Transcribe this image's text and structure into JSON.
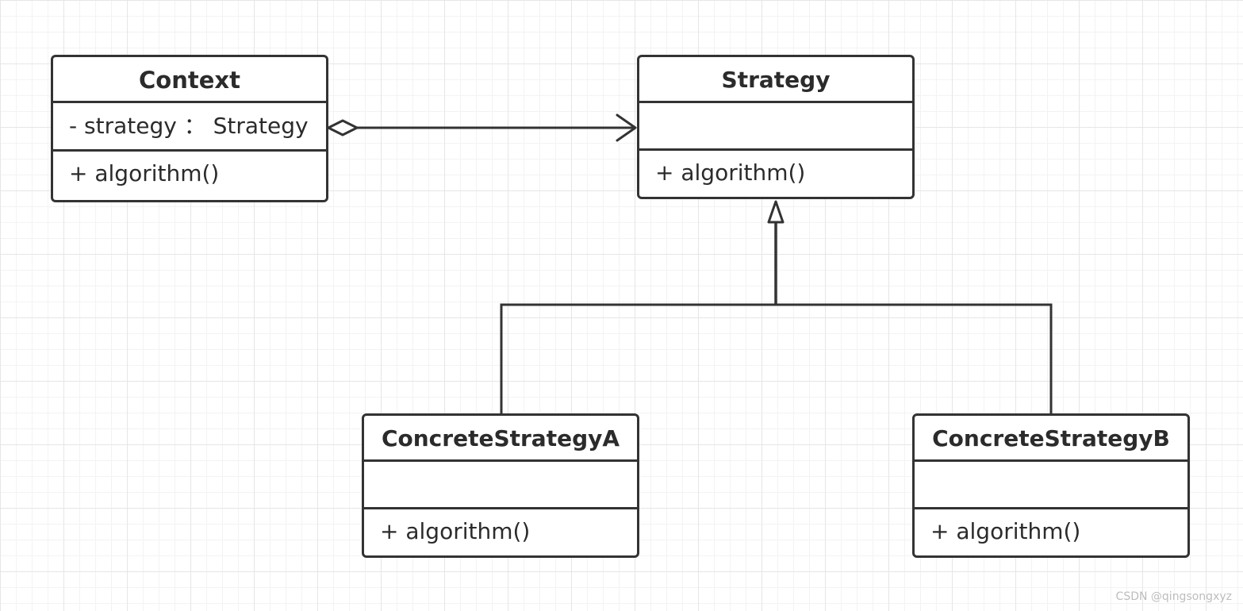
{
  "classes": {
    "context": {
      "name": "Context",
      "attributes": [
        "- strategy ： Strategy"
      ],
      "operations": [
        "+ algorithm()"
      ]
    },
    "strategy": {
      "name": "Strategy",
      "attributes": [],
      "operations": [
        "+ algorithm()"
      ]
    },
    "concrete_a": {
      "name": "ConcreteStrategyA",
      "attributes": [],
      "operations": [
        "+ algorithm()"
      ]
    },
    "concrete_b": {
      "name": "ConcreteStrategyB",
      "attributes": [],
      "operations": [
        "+ algorithm()"
      ]
    }
  },
  "relationships": [
    {
      "type": "aggregation",
      "from": "Context",
      "to": "Strategy"
    },
    {
      "type": "realization",
      "from": "ConcreteStrategyA",
      "to": "Strategy"
    },
    {
      "type": "realization",
      "from": "ConcreteStrategyB",
      "to": "Strategy"
    }
  ],
  "colors": {
    "line": "#333333",
    "grid": "#e6e6e6",
    "watermark": "#bdbdbd"
  },
  "watermark": "CSDN @qingsongxyz"
}
